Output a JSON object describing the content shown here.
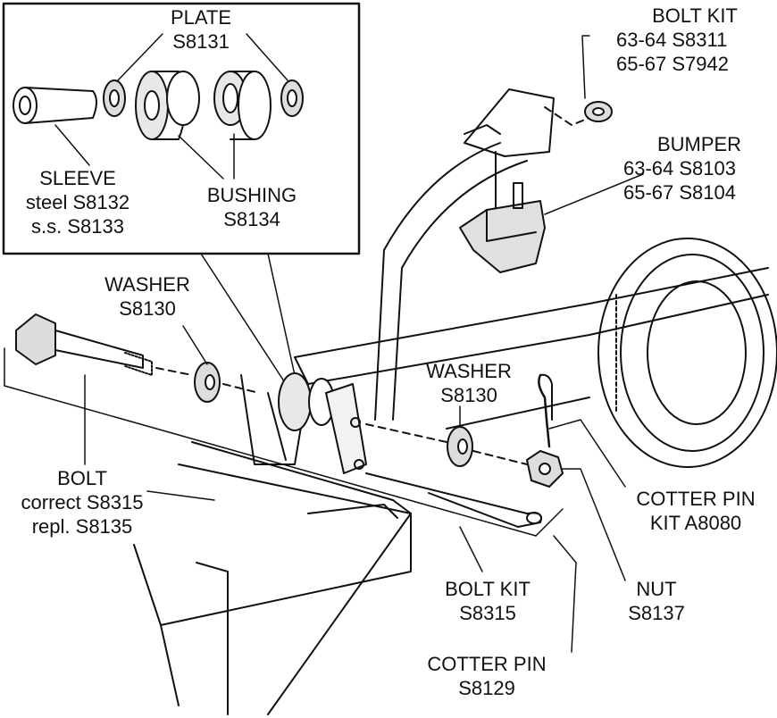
{
  "labels": {
    "plate": {
      "name": "PLATE",
      "part": "S8131"
    },
    "sleeve": {
      "name": "SLEEVE",
      "line1": "steel S8132",
      "line2": "s.s. S8133"
    },
    "bushing": {
      "name": "BUSHING",
      "part": "S8134"
    },
    "washer_left": {
      "name": "WASHER",
      "part": "S8130"
    },
    "washer_right": {
      "name": "WASHER",
      "part": "S8130"
    },
    "bolt": {
      "name": "BOLT",
      "line1": "correct S8315",
      "line2": "repl. S8135"
    },
    "bolt_kit_top": {
      "name": "BOLT KIT",
      "line1": "63-64   S8311",
      "line2": "65-67   S7942"
    },
    "bumper": {
      "name": "BUMPER",
      "line1": "63-64   S8103",
      "line2": "65-67   S8104"
    },
    "cotter_pin_kit": {
      "name": "COTTER PIN",
      "line2": "KIT  A8080"
    },
    "nut": {
      "name": "NUT",
      "part": "S8137"
    },
    "bolt_kit_bottom": {
      "name": "BOLT KIT",
      "part": "S8315"
    },
    "cotter_pin": {
      "name": "COTTER PIN",
      "part": "S8129"
    }
  },
  "colors": {
    "ink": "#111111",
    "paper": "#ffffff",
    "shade": "#555555"
  }
}
